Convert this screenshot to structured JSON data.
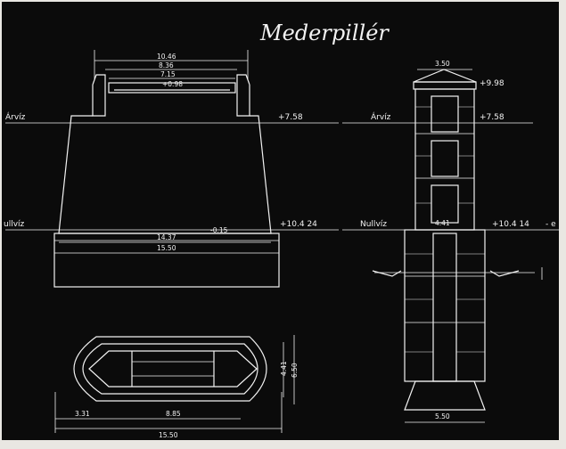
{
  "drawing": {
    "title": "Mederpillér",
    "colors": {
      "paper": "#0b0b0b",
      "ink": "#f2f2f2",
      "margin": "#e9e7e2"
    },
    "elevation": {
      "upper_level_label": "Árvíz",
      "upper_level_value": "+7.58",
      "lower_level_label": "ullvíz",
      "lower_level_value": "+10.4 24",
      "top_dims": [
        "10.46",
        "8.36",
        "7.15",
        "+0.98"
      ],
      "base_offset": "-0.15",
      "width_inner": "14.37",
      "width_outer": "15.50"
    },
    "section": {
      "top_dim": "3.50",
      "top_level": "+9.98",
      "upper_level_label": "Árvíz",
      "upper_level_value": "+7.58",
      "lower_level_label": "Nullvíz",
      "lower_level_value": "+10.4 14",
      "mid_dim": "4.41",
      "bottom_dim": "5.50",
      "edge_mark": "- e"
    },
    "plan": {
      "left_dim": "3.31",
      "middle_dim": "8.85",
      "total_dim": "15.50",
      "right_dim_a": "4.41",
      "right_dim_b": "6.50"
    }
  }
}
